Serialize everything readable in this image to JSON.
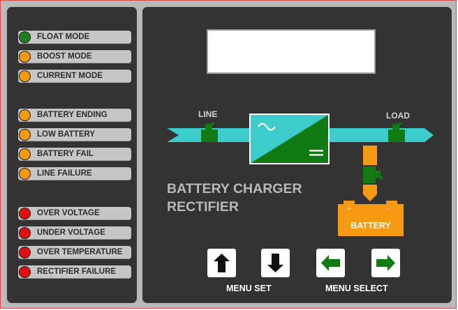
{
  "indicators": [
    {
      "label": "FLOAT MODE",
      "color": "#1e7d1e"
    },
    {
      "label": "BOOST MODE",
      "color": "#f39a12"
    },
    {
      "label": "CURRENT MODE",
      "color": "#f39a12"
    },
    {
      "label": "BATTERY ENDING",
      "color": "#f39a12"
    },
    {
      "label": "LOW BATTERY",
      "color": "#f39a12"
    },
    {
      "label": "BATTERY FAIL",
      "color": "#f39a12"
    },
    {
      "label": "LINE FAILURE",
      "color": "#f39a12"
    },
    {
      "label": "OVER VOLTAGE",
      "color": "#e01010"
    },
    {
      "label": "UNDER VOLTAGE",
      "color": "#e01010"
    },
    {
      "label": "OVER TEMPERATURE",
      "color": "#e01010"
    },
    {
      "label": "RECTIFIER FAILURE",
      "color": "#e01010"
    }
  ],
  "diagram": {
    "line_label": "LINE",
    "load_label": "LOAD",
    "battery_label": "BATTERY",
    "battery_plus": "+",
    "battery_minus": "-",
    "flow_color": "#3ccccc",
    "switch_color": "#127a12",
    "battery_color": "#f59a12"
  },
  "title": {
    "line1": "BATTERY CHARGER",
    "line2": "RECTIFIER"
  },
  "buttons": {
    "up_icon": "arrow-up-icon",
    "down_icon": "arrow-down-icon",
    "left_icon": "arrow-left-icon",
    "right_icon": "arrow-right-icon",
    "menu_set_label": "MENU SET",
    "menu_select_label": "MENU SELECT"
  }
}
